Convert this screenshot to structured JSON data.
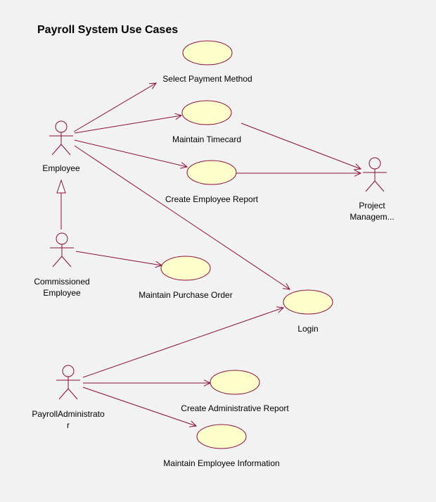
{
  "diagram": {
    "title": "Payroll System Use Cases",
    "colors": {
      "line": "#8b0d3a",
      "usecase_fill": "#ffffcc",
      "background": "#f2f2f2"
    },
    "actors": [
      {
        "id": "employee",
        "lines": [
          "Employee"
        ]
      },
      {
        "id": "commissioned",
        "lines": [
          "Commissioned",
          "Employee"
        ]
      },
      {
        "id": "admin",
        "lines": [
          "PayrollAdministrato",
          "r"
        ]
      },
      {
        "id": "pm",
        "lines": [
          "Project",
          "Managem..."
        ]
      }
    ],
    "usecases": [
      {
        "id": "select-payment",
        "label": "Select Payment Method"
      },
      {
        "id": "timecard",
        "label": "Maintain Timecard"
      },
      {
        "id": "emp-report",
        "label": "Create Employee Report"
      },
      {
        "id": "purchase-order",
        "label": "Maintain Purchase Order"
      },
      {
        "id": "login",
        "label": "Login"
      },
      {
        "id": "admin-report",
        "label": "Create Administrative Report"
      },
      {
        "id": "emp-info",
        "label": "Maintain Employee Information"
      }
    ],
    "associations": [
      {
        "from": "employee",
        "to": "select-payment",
        "directed": true
      },
      {
        "from": "employee",
        "to": "timecard",
        "directed": true
      },
      {
        "from": "employee",
        "to": "emp-report",
        "directed": true
      },
      {
        "from": "employee",
        "to": "login",
        "directed": true
      },
      {
        "from": "commissioned",
        "to": "purchase-order",
        "directed": true
      },
      {
        "from": "timecard",
        "to": "pm",
        "directed": true
      },
      {
        "from": "emp-report",
        "to": "pm",
        "directed": true
      },
      {
        "from": "admin",
        "to": "login",
        "directed": true
      },
      {
        "from": "admin",
        "to": "admin-report",
        "directed": true
      },
      {
        "from": "admin",
        "to": "emp-info",
        "directed": true
      }
    ],
    "generalizations": [
      {
        "child": "commissioned",
        "parent": "employee"
      }
    ]
  }
}
